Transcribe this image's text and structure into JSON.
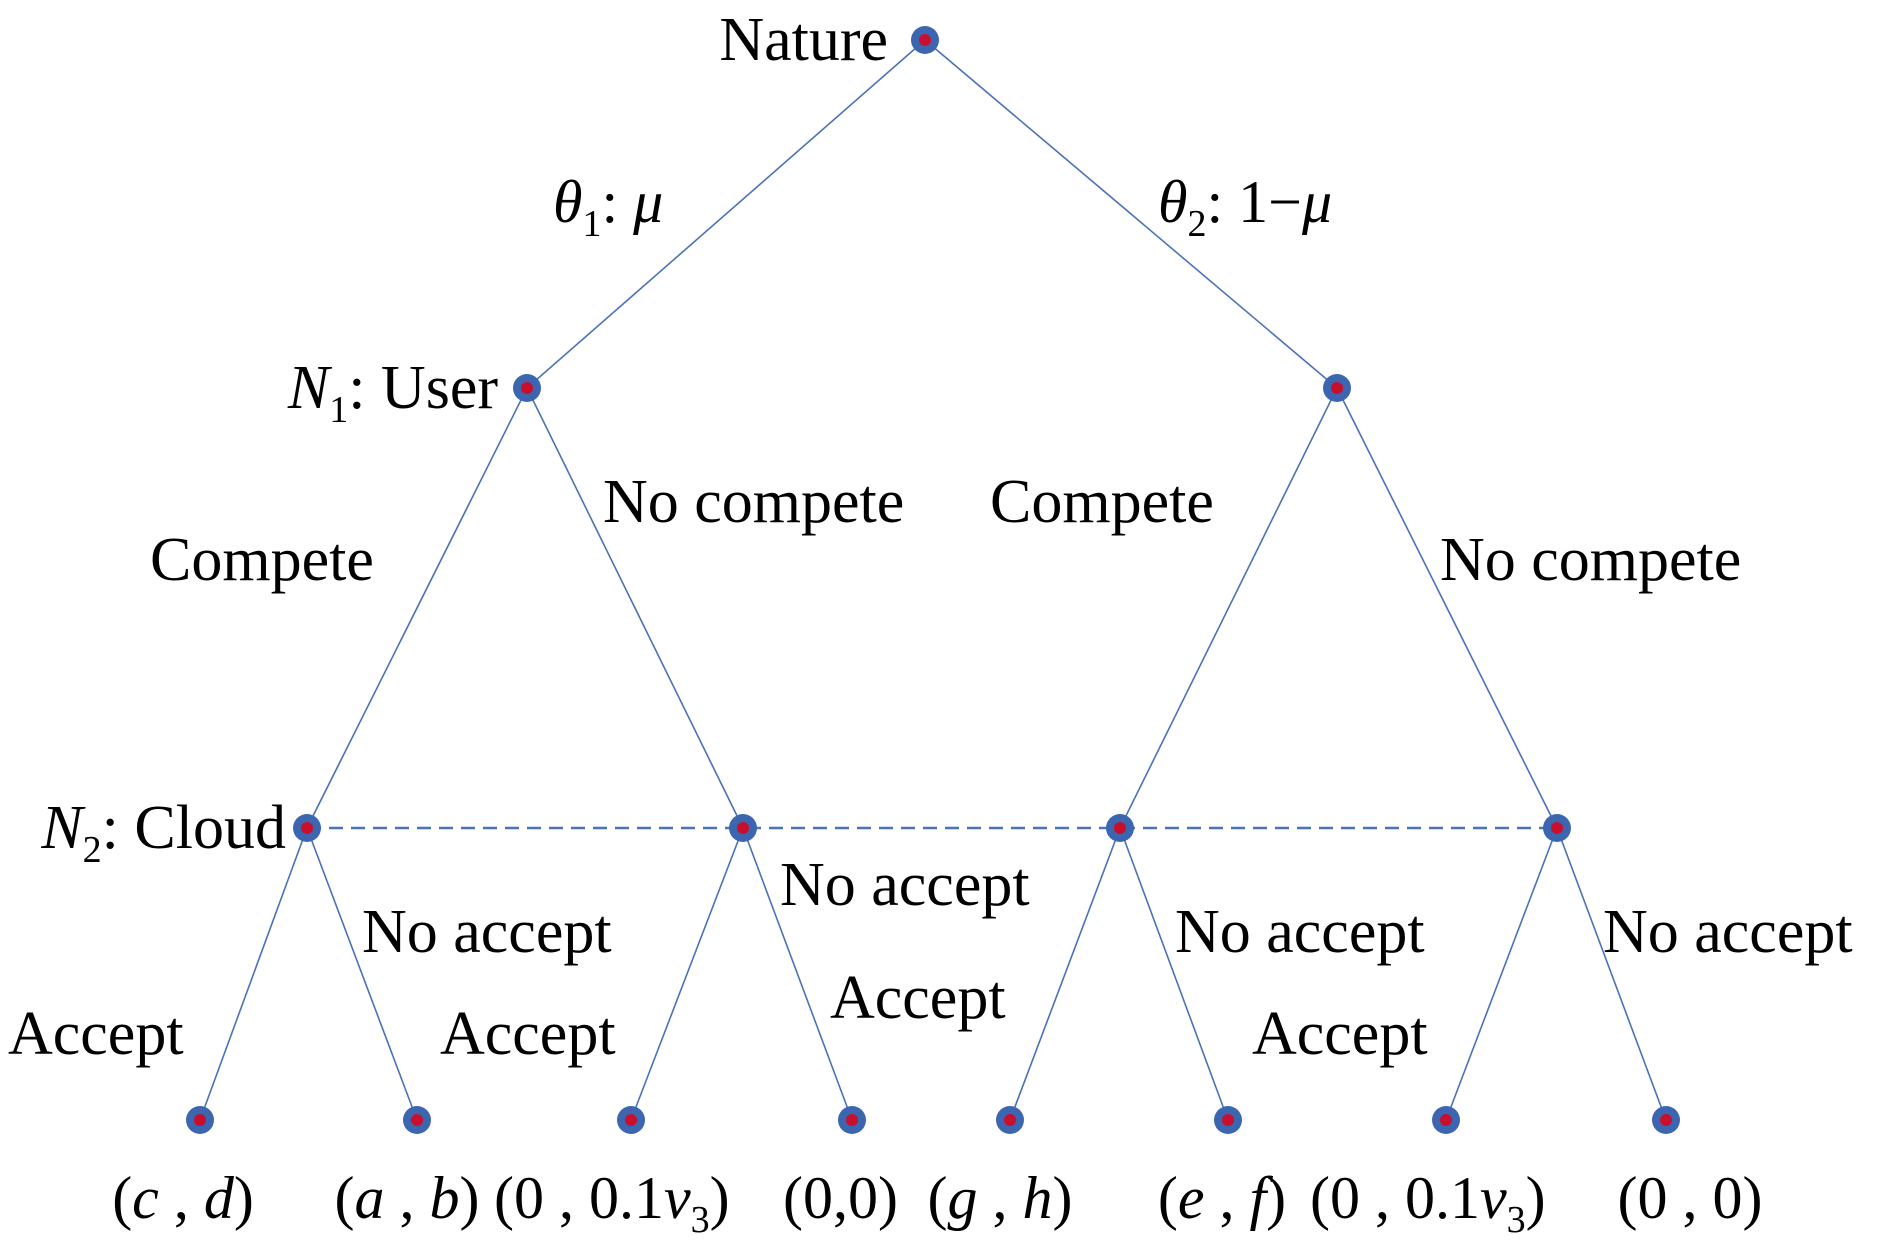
{
  "diagram": {
    "root_label": "Nature",
    "nature_moves": [
      {
        "symbol": "θ",
        "sub": "1",
        "prob": "μ",
        "prefix": ""
      },
      {
        "symbol": "θ",
        "sub": "2",
        "prob": "μ",
        "prefix": "1−"
      }
    ],
    "user_node": {
      "symbol": "N",
      "sub": "1",
      "label": "User"
    },
    "cloud_node": {
      "symbol": "N",
      "sub": "2",
      "label": "Cloud"
    },
    "user_actions": {
      "left_compete": "Compete",
      "left_no_compete": "No compete",
      "right_compete": "Compete",
      "right_no_compete": "No compete"
    },
    "cloud_actions": {
      "accept": "Accept",
      "no_accept": "No accept"
    },
    "payoffs": [
      {
        "a": "c",
        "b": "d"
      },
      {
        "a": "a",
        "b": "b"
      },
      {
        "a": "0",
        "b": "0.1",
        "v": "v",
        "vsub": "3"
      },
      {
        "a": "0",
        "b": "0"
      },
      {
        "a": "g",
        "b": "h"
      },
      {
        "a": "e",
        "b": "f"
      },
      {
        "a": "0",
        "b": "0.1",
        "v": "v",
        "vsub": "3"
      },
      {
        "a": "0",
        "b": "0"
      }
    ],
    "colors": {
      "edge": "#4a72b8",
      "node_outer": "#3d66b0",
      "node_inner": "#c8102e"
    }
  }
}
